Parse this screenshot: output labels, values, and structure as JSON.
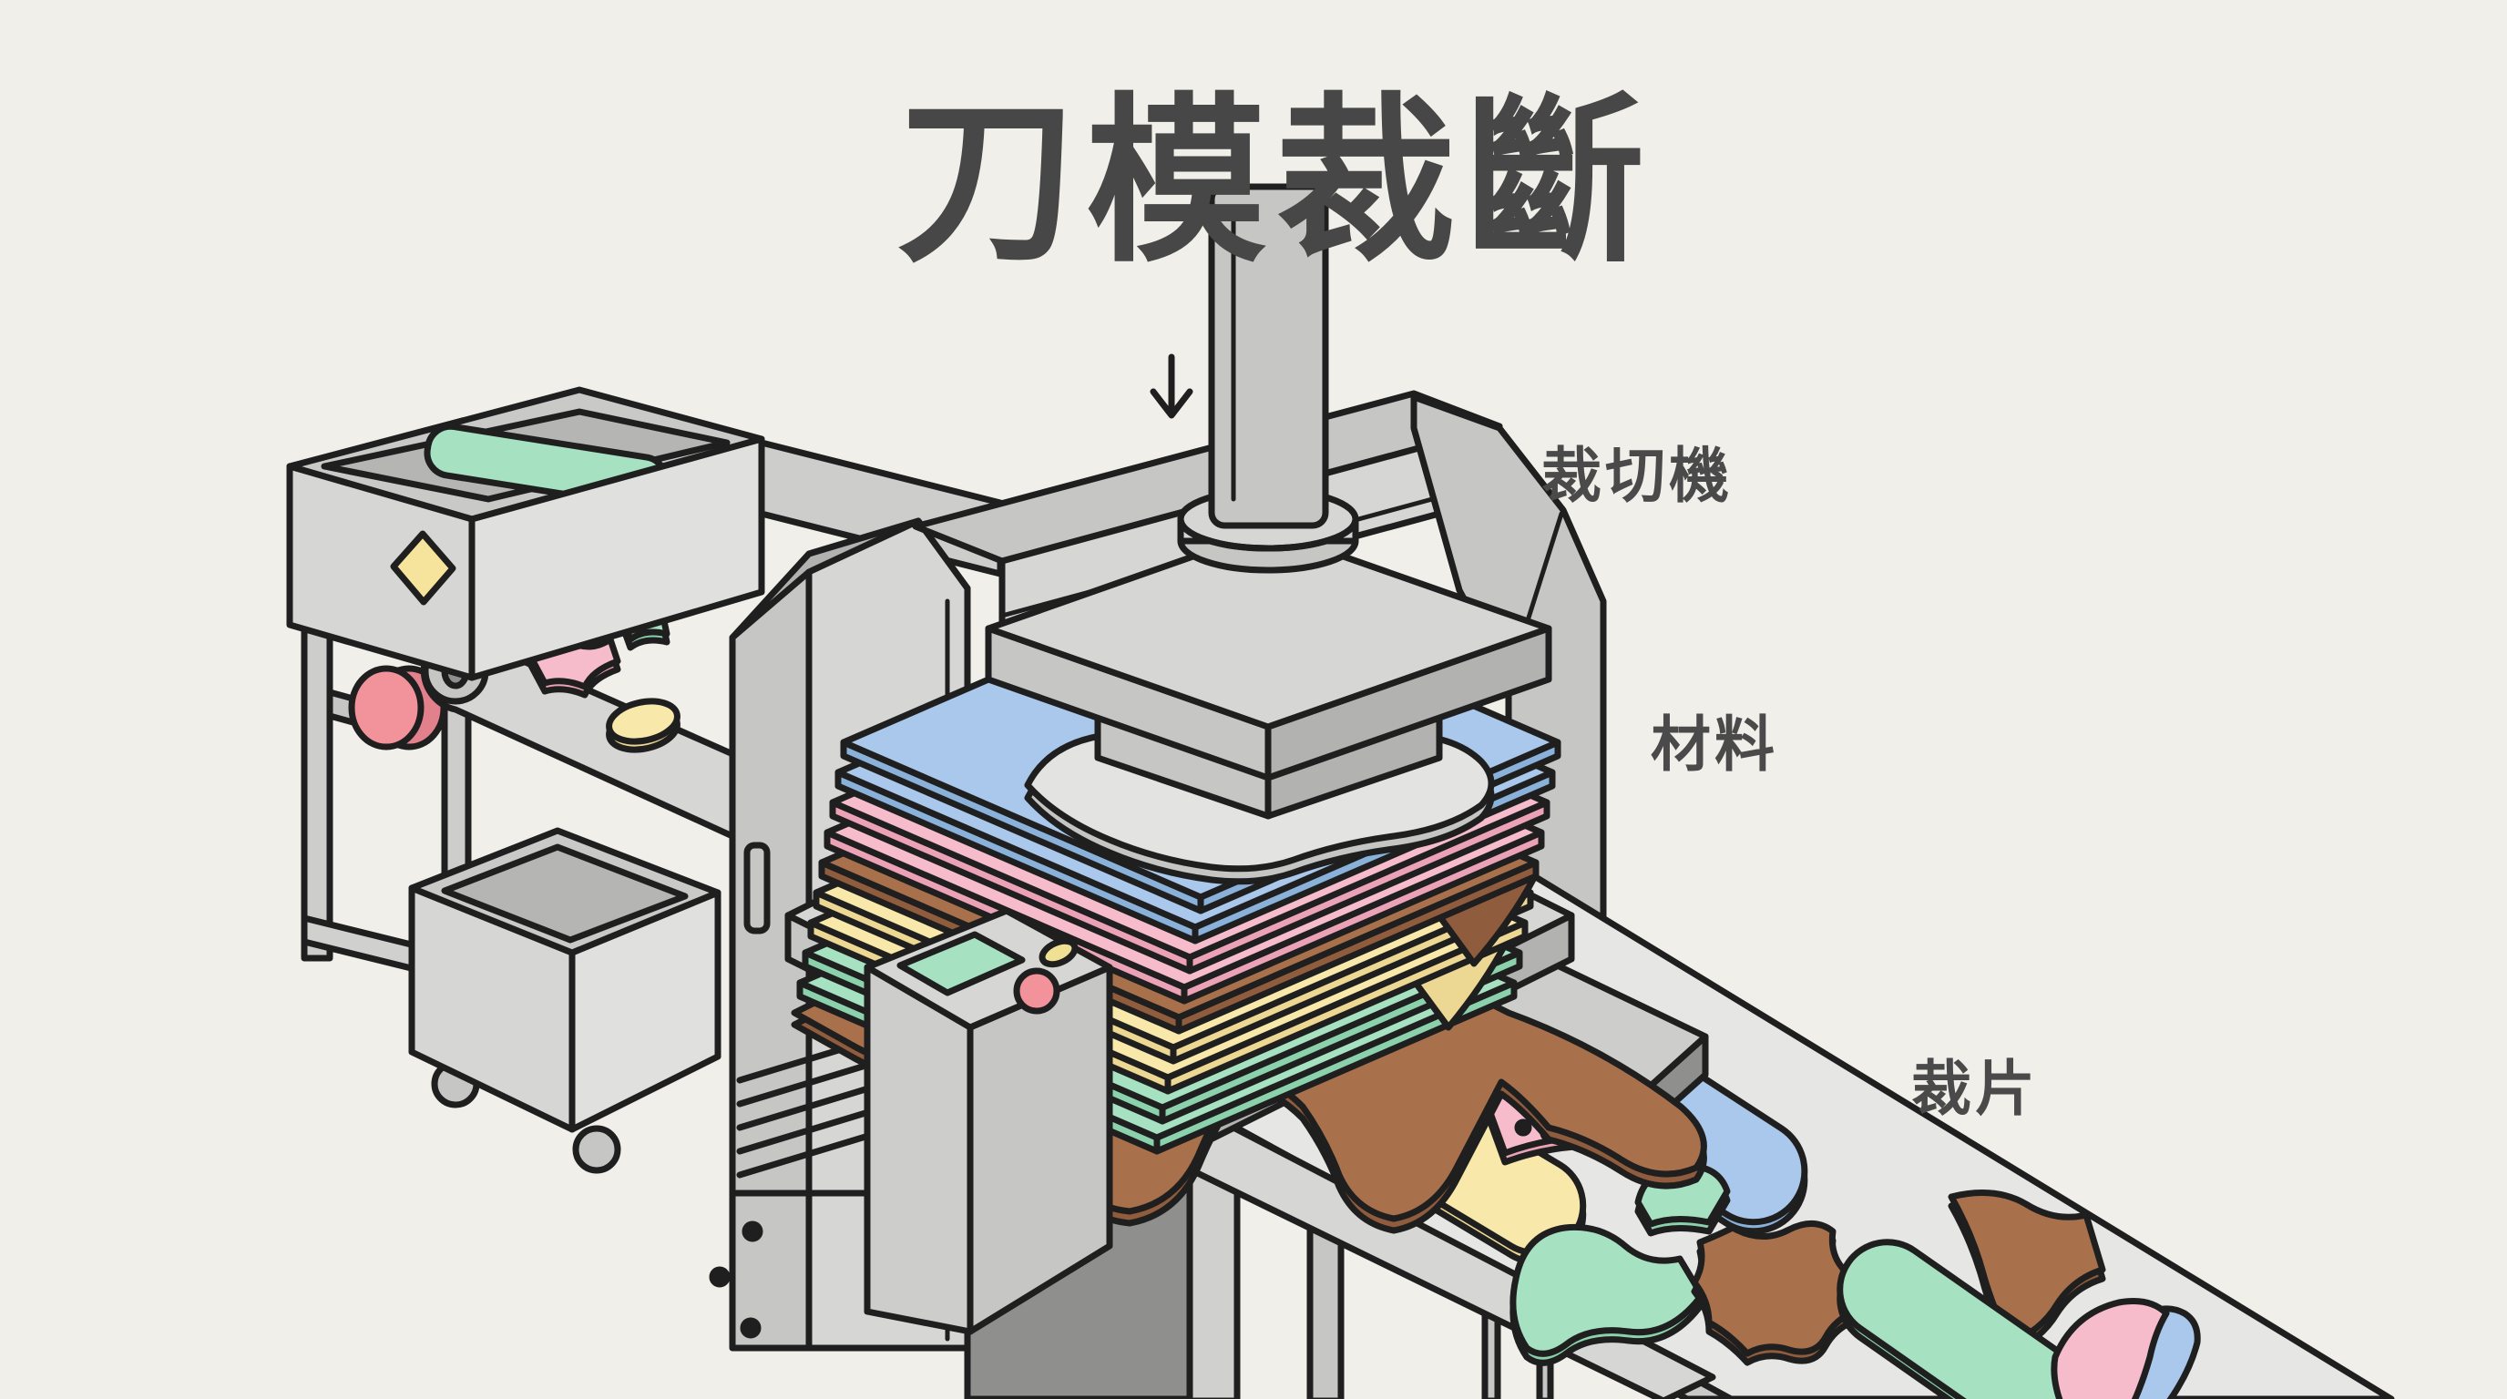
{
  "title": {
    "text": "刀模裁斷",
    "color": "#474747"
  },
  "labels": {
    "cutting_machine": {
      "text": "裁切機"
    },
    "material": {
      "text": "材料"
    },
    "cut_pieces": {
      "text": "裁片"
    },
    "color": "#4a4a4a"
  },
  "icons": {
    "press_direction": "down-arrow"
  },
  "palette": {
    "background": "#f1efe9",
    "outline": "#1f1f1f",
    "machine_light": "#d6d6d4",
    "machine_mid": "#c6c6c4",
    "machine_dark": "#b2b2b0",
    "machine_darker": "#8f8f8d",
    "belt": "#e6e6e4",
    "die_plate": "#e3e3e1",
    "die_plate_side": "#c5c5c3"
  },
  "machine": {
    "parts": [
      "hydraulic-ram",
      "press-plate",
      "cutting-die",
      "frame",
      "control-pedestal",
      "feed-bin",
      "feed-conveyor",
      "waste-cart",
      "output-conveyor"
    ],
    "control_pedestal": {
      "screen_color": "#a6e2c1",
      "indicator_color": "#f0e094",
      "button_color": "#f2939b"
    },
    "feed_bin": {
      "roll_color": "#a6e2c1",
      "panel_color": "#f6e49c",
      "knob_color": "#f2939b",
      "knob_side": "#e2808b"
    }
  },
  "material_stack": {
    "layers": [
      {
        "name": "sheet-blue-1",
        "color": "#a9c8eb",
        "side": "#8ab1da"
      },
      {
        "name": "sheet-blue-2",
        "color": "#a9c8eb",
        "side": "#8ab1da"
      },
      {
        "name": "sheet-pink-1",
        "color": "#f6bccb",
        "side": "#eca2b6"
      },
      {
        "name": "sheet-pink-2",
        "color": "#f6bccb",
        "side": "#eca2b6"
      },
      {
        "name": "sheet-brown-1",
        "color": "#a8714c",
        "side": "#8f5c3d"
      },
      {
        "name": "sheet-yellow-1",
        "color": "#f8e8aa",
        "side": "#ecd793"
      },
      {
        "name": "sheet-yellow-2",
        "color": "#f8e8aa",
        "side": "#ecd793"
      },
      {
        "name": "sheet-green-1",
        "color": "#a6e2c1",
        "side": "#8bd2ac"
      },
      {
        "name": "sheet-green-2",
        "color": "#a6e2c1",
        "side": "#8bd2ac"
      },
      {
        "name": "leather-drape-brown",
        "color": "#a8714c",
        "side": "#8f5c3d"
      }
    ]
  },
  "feed_pieces": [
    {
      "name": "feed-piece-pink",
      "color": "#f6bccb",
      "side": "#eca2b6"
    },
    {
      "name": "feed-piece-green",
      "color": "#a6e2c1",
      "side": "#8bd2ac"
    },
    {
      "name": "feed-piece-yellow",
      "color": "#f8e8aa",
      "side": "#ecd793"
    }
  ],
  "cut_pieces": [
    {
      "name": "toe-piece-brown",
      "color": "#a8714c",
      "side": "#8f5c3d"
    },
    {
      "name": "insole-yellow",
      "color": "#f8e8aa",
      "side": "#ecd793"
    },
    {
      "name": "quarter-pink-perforated",
      "color": "#f6bccb",
      "side": "#eca2b6",
      "dot_color": "#1f1f1f",
      "dot_count": 5
    },
    {
      "name": "insole-blue",
      "color": "#a9c8eb",
      "side": "#8ab1da"
    },
    {
      "name": "heel-wedge-green",
      "color": "#a6e2c1",
      "side": "#8bd2ac"
    },
    {
      "name": "upper-green",
      "color": "#a6e2c1",
      "side": "#8bd2ac"
    },
    {
      "name": "hide-brown",
      "color": "#a8714c",
      "side": "#8f5c3d"
    },
    {
      "name": "strap-brown",
      "color": "#a8714c",
      "side": "#8f5c3d"
    },
    {
      "name": "insole-green",
      "color": "#a6e2c1",
      "side": "#8bd2ac"
    },
    {
      "name": "heel-counter-pink",
      "color": "#f6bccb",
      "side": "#eca2b6",
      "accent": "#a9c8eb"
    }
  ]
}
